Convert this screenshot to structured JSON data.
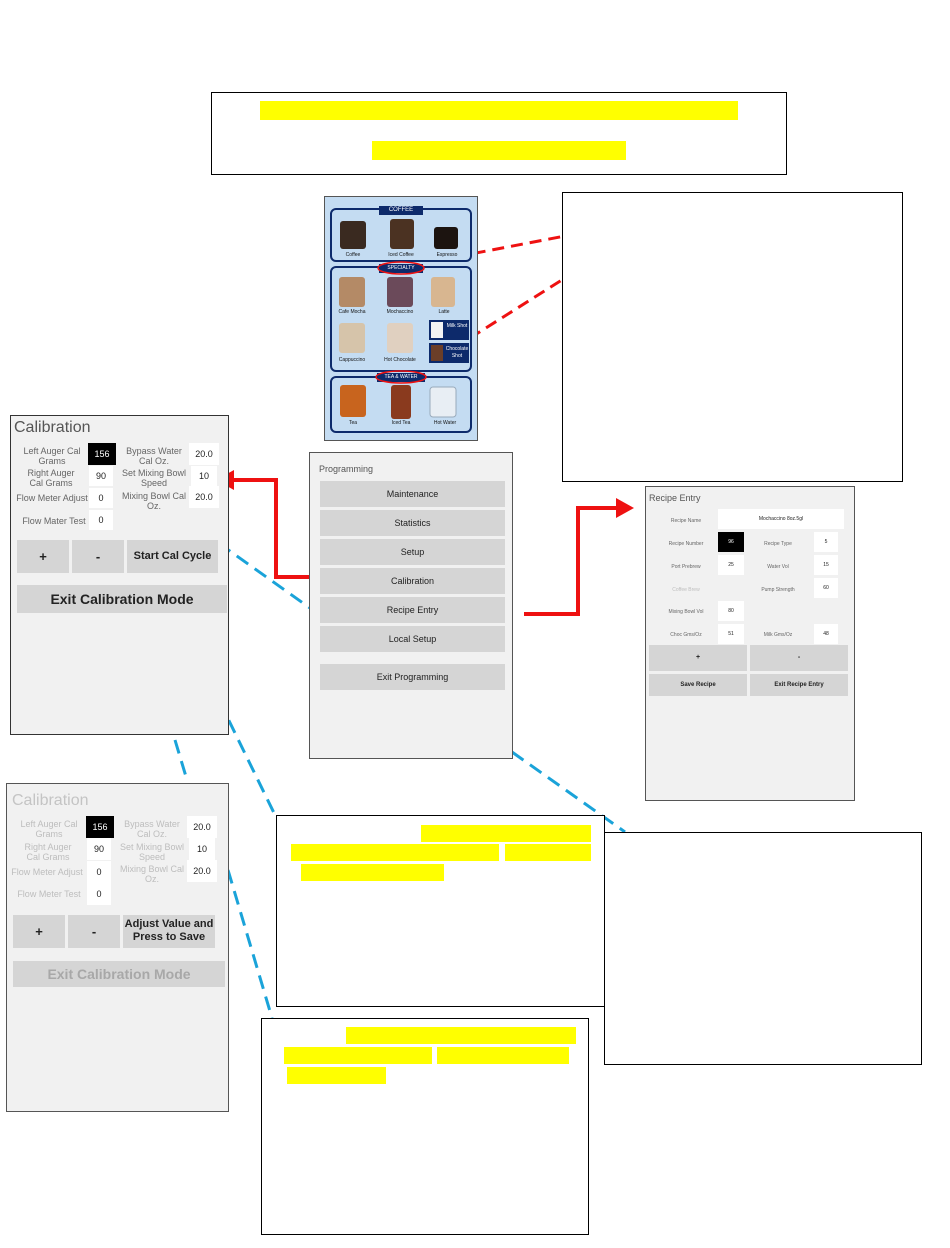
{
  "calibration_main": {
    "title": "Calibration",
    "left_auger_label": "Left Auger Cal Grams",
    "left_auger_value": "156",
    "bypass_water_label": "Bypass Water Cal Oz.",
    "bypass_water_value": "20.0",
    "right_auger_label": "Right Auger Cal Grams",
    "right_auger_value": "90",
    "mixing_speed_label": "Set Mixing Bowl Speed",
    "mixing_speed_value": "10",
    "flow_adjust_label": "Flow Meter Adjust",
    "flow_adjust_value": "0",
    "mixing_cal_label": "Mixing Bowl Cal Oz.",
    "mixing_cal_value": "20.0",
    "flow_test_label": "Flow Mater Test",
    "flow_test_value": "0",
    "plus_label": "+",
    "minus_label": "-",
    "start_cycle_label": "Start Cal Cycle",
    "exit_label": "Exit Calibration Mode"
  },
  "calibration_adjust": {
    "title": "Calibration",
    "left_auger_label": "Left Auger Cal Grams",
    "left_auger_value": "156",
    "bypass_water_label": "Bypass Water Cal Oz.",
    "bypass_water_value": "20.0",
    "right_auger_label": "Right Auger Cal Grams",
    "right_auger_value": "90",
    "mixing_speed_label": "Set Mixing Bowl Speed",
    "mixing_speed_value": "10",
    "flow_adjust_label": "Flow Meter Adjust",
    "flow_adjust_value": "0",
    "mixing_cal_label": "Mixing Bowl Cal Oz.",
    "mixing_cal_value": "20.0",
    "flow_test_label": "Flow Meter Test",
    "flow_test_value": "0",
    "plus_label": "+",
    "minus_label": "-",
    "adjust_save_label": "Adjust Value and Press to Save",
    "exit_label": "Exit Calibration Mode"
  },
  "programming": {
    "title": "Programming",
    "items": [
      "Maintenance",
      "Statistics",
      "Setup",
      "Calibration",
      "Recipe Entry",
      "Local Setup"
    ],
    "exit_label": "Exit Programming"
  },
  "recipe_entry": {
    "title": "Recipe Entry",
    "recipe_name_label": "Recipe Name",
    "recipe_name_value": "Mochaccino 8oz.5gl",
    "recipe_number_label": "Recipe Number",
    "recipe_number_value": "96",
    "recipe_type_label": "Recipe Type",
    "recipe_type_value": "5",
    "port_prebrew_label": "Port Prebrew",
    "port_prebrew_value": "25",
    "water_vol_label": "Water Vol",
    "water_vol_value": "15",
    "coffee_brew_label": "Coffee Brew",
    "pump_strength_label": "Pump Strength",
    "pump_strength_value": "60",
    "mixing_bowl_label": "Mixing Bowl Vol",
    "mixing_bowl_value": "80",
    "choc_label": "Choc Gms/Oz",
    "choc_value": "51",
    "milk_label": "Milk Gms/Oz",
    "milk_value": "48",
    "plus_label": "+",
    "minus_label": "-",
    "save_label": "Save Recipe",
    "exit_label": "Exit Recipe Entry"
  },
  "menu_image": {
    "section_coffee": "COFFEE",
    "section_specialty": "SPECIALTY",
    "section_tea": "TEA & WATER",
    "drinks": [
      "Coffee",
      "Iced Coffee",
      "Espresso",
      "Cafe Mocha",
      "Mochaccino",
      "Latte",
      "Cappuccino",
      "Hot Chocolate",
      "Tea",
      "Iced Tea",
      "Hot Water"
    ],
    "milk_shot": "Milk Shot",
    "chocolate_shot": "Chocolate Shot"
  },
  "colors": {
    "highlight": "#ffff00",
    "red_arrow": "#ee1111",
    "blue_dash": "#1aa3d9",
    "menu_blue": "#0d2a6b"
  }
}
